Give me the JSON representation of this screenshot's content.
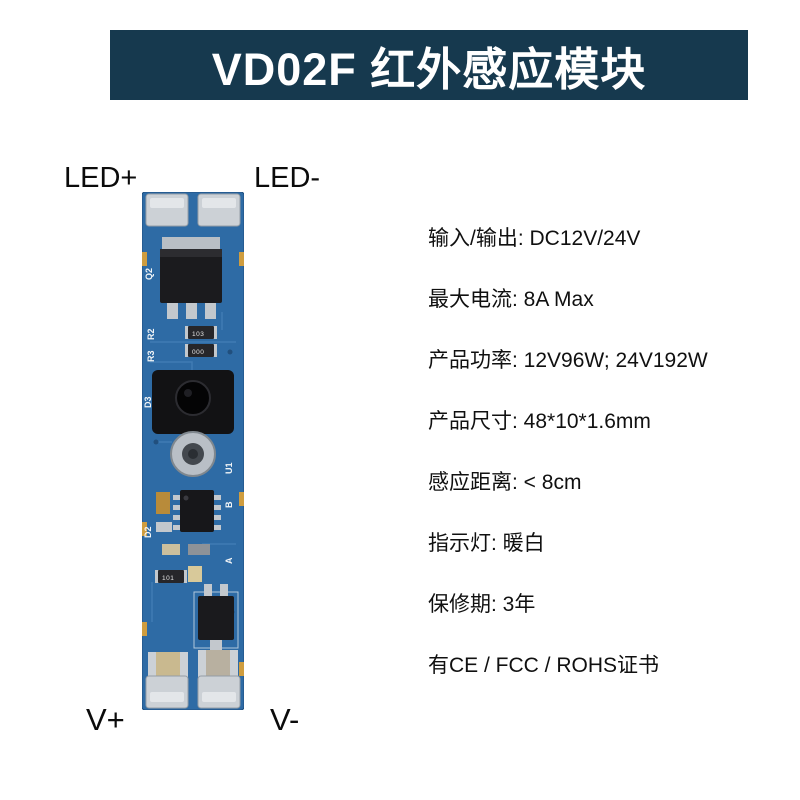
{
  "header": {
    "title": "VD02F 红外感应模块"
  },
  "board": {
    "terminals": {
      "led_plus": "LED+",
      "led_minus": "LED-",
      "v_plus": "V+",
      "v_minus": "V-"
    },
    "silkscreen": {
      "q2": "Q2",
      "r2": "R2",
      "r3": "R3",
      "d3": "D3",
      "u1": "U1",
      "d2": "D2",
      "a": "A",
      "b": "B",
      "code_103": "103",
      "code_000": "000",
      "code_101": "101"
    }
  },
  "specs": {
    "items": [
      "输入/输出: DC12V/24V",
      "最大电流: 8A Max",
      "产品功率: 12V96W; 24V192W",
      "产品尺寸: 48*10*1.6mm",
      "感应距离: < 8cm",
      "指示灯: 暖白",
      "保修期: 3年",
      "有CE / FCC / ROHS证书"
    ]
  },
  "colors": {
    "banner_bg": "#16394e",
    "board_blue": "#2e6ba5",
    "title_text": "#ffffff"
  }
}
